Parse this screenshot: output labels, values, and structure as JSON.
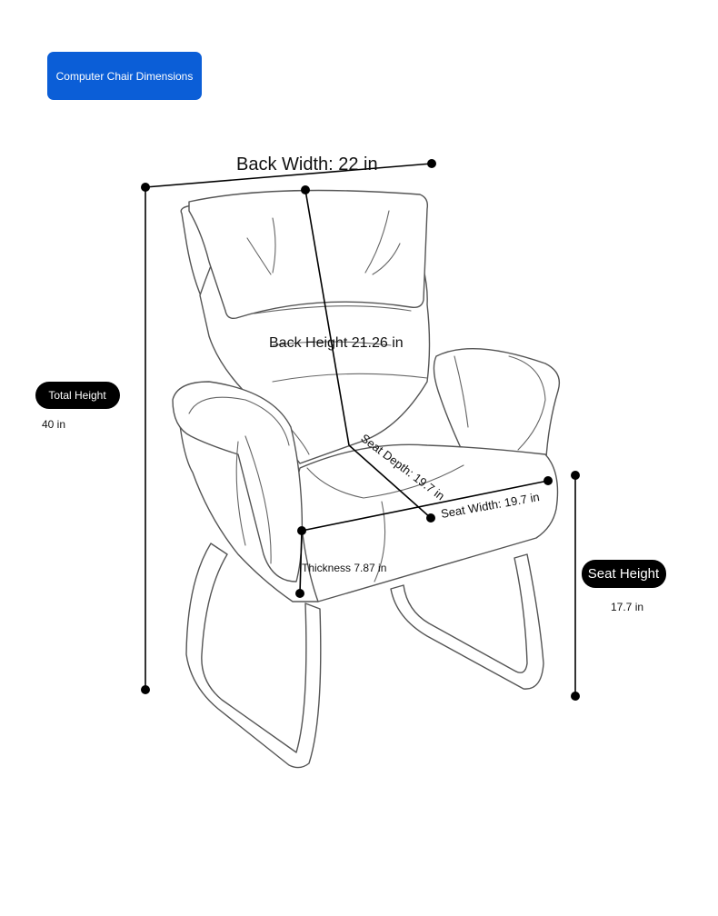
{
  "badge": {
    "label": "Computer Chair Dimensions"
  },
  "dimensions": {
    "back_width": "Back Width: 22 in",
    "back_height": "Back Height 21.26 in",
    "seat_depth": "Seat Depth: 19.7 in",
    "seat_width": "Seat Width: 19.7 in",
    "thickness": "Thickness 7.87 in",
    "total_height_label": "Total Height",
    "total_height_value": "40 in",
    "seat_height_label": "Seat Height",
    "seat_height_value": "17.7 in"
  },
  "colors": {
    "badge": "#0b5ed7",
    "lines": "#000000",
    "chair_outline": "#555555"
  }
}
